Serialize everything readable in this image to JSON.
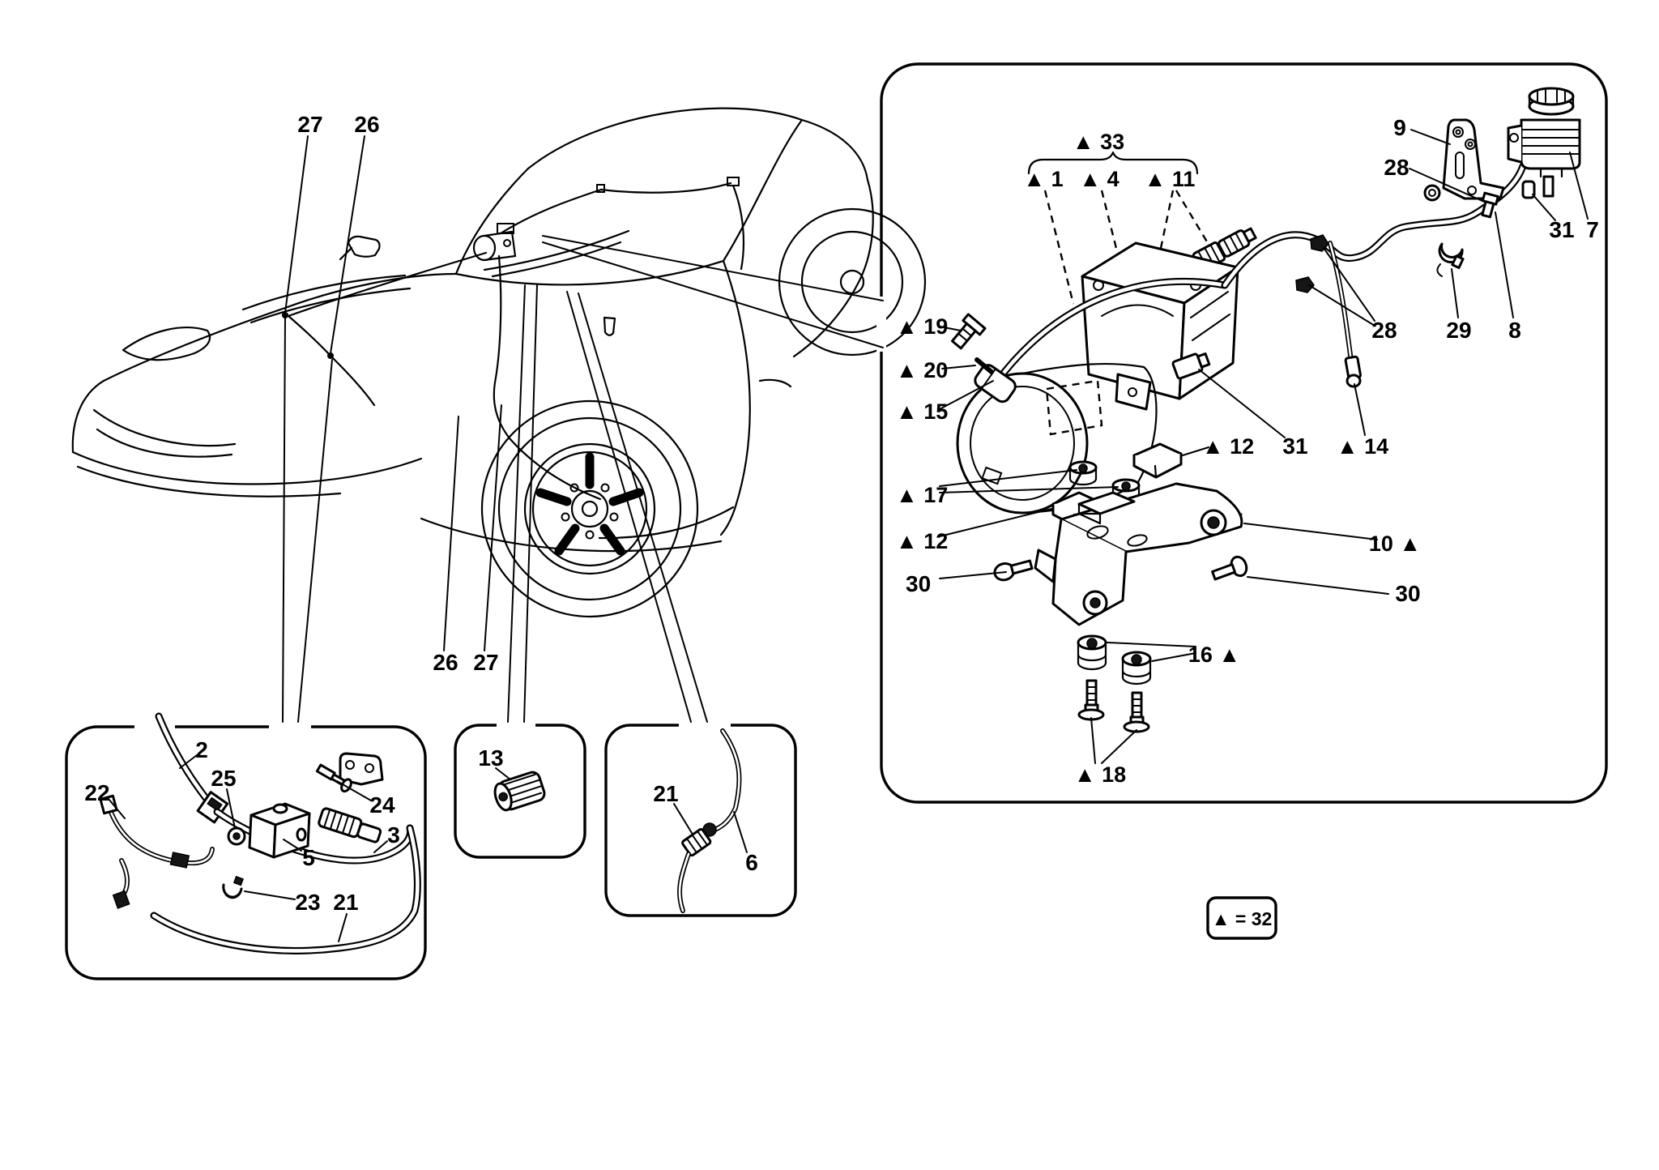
{
  "palette": {
    "background": "#ffffff",
    "ink": "#000000"
  },
  "legend": {
    "text": "▲ = 32"
  },
  "labels": {
    "car_pipe_27_top": "27",
    "car_pipe_26_top": "26",
    "car_sill_26": "26",
    "car_sill_27": "27",
    "kit_33": "▲ 33",
    "pump_1": "▲ 1",
    "seal_4": "▲ 4",
    "fitting_11": "▲ 11",
    "bracket_9": "9",
    "fitting_28_top": "28",
    "bush_31_top": "31",
    "tank_7": "7",
    "bolt_19": "▲ 19",
    "pin_20": "▲ 20",
    "hose_15": "▲ 15",
    "pad_12_upper": "▲ 12",
    "banjo_31_mid": "31",
    "pipe_14": "▲ 14",
    "grommet_17": "▲ 17",
    "pad_12_lower": "▲ 12",
    "bolt_30_left": "30",
    "bracket_10": "10 ▲",
    "bolt_30_right": "30",
    "grommet_16": "16 ▲",
    "bolt_18": "▲ 18",
    "clip_28_bottom": "28",
    "clamp_29": "29",
    "hose_8": "8",
    "tube_2": "2",
    "harness_22": "22",
    "grommet_25": "25",
    "bracket_24": "24",
    "valve_5": "5",
    "tube_3": "3",
    "clip_23": "23",
    "tube_21_left": "21",
    "clip_13": "13",
    "union_21_mid": "21",
    "pipe_6": "6"
  }
}
